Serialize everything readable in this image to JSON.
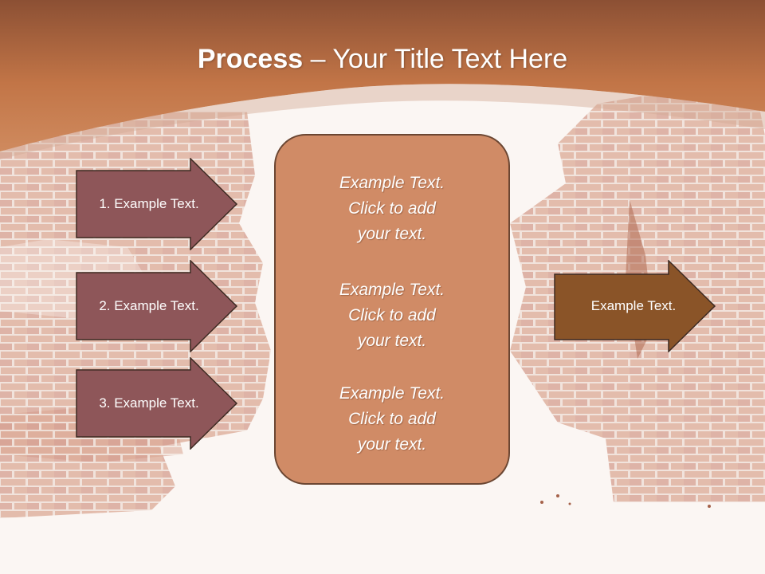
{
  "slide": {
    "title": {
      "bold": "Process",
      "rest": " – Your Title Text Here"
    },
    "colors": {
      "header": "#c27547",
      "arrow_left": "#8e5659",
      "arrow_right": "#8a5428",
      "center_box": "#d08b66",
      "brick": "#c98870"
    },
    "left_arrows": [
      {
        "label": "1. Example Text."
      },
      {
        "label": "2. Example Text."
      },
      {
        "label": "3. Example Text."
      }
    ],
    "center_box": {
      "items": [
        {
          "line1": "Example Text.",
          "line2": "Click  to add",
          "line3": "your text."
        },
        {
          "line1": "Example Text.",
          "line2": "Click  to add",
          "line3": "your text."
        },
        {
          "line1": "Example Text.",
          "line2": "Click  to add",
          "line3": "your text."
        }
      ]
    },
    "right_arrow": {
      "label": "Example Text."
    }
  }
}
